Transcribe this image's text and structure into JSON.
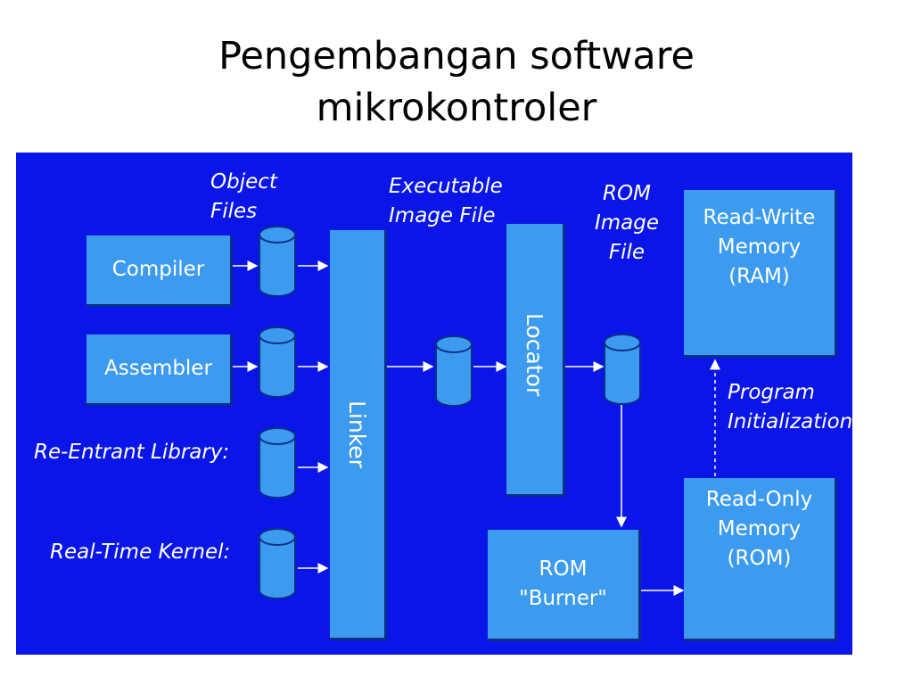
{
  "title": {
    "line1": "Pengembangan software",
    "line2": "mikrokontroler"
  },
  "diagram": {
    "boxes": {
      "compiler": "Compiler",
      "assembler": "Assembler",
      "linker": "Linker",
      "locator": "Locator",
      "rom_burner_line1": "ROM",
      "rom_burner_line2": "\"Burner\"",
      "ram_line1": "Read-Write",
      "ram_line2": "Memory",
      "ram_line3": "(RAM)",
      "rom_line1": "Read-Only",
      "rom_line2": "Memory",
      "rom_line3": "(ROM)"
    },
    "labels": {
      "object_files_line1": "Object",
      "object_files_line2": "Files",
      "executable_line1": "Executable",
      "executable_line2": "Image File",
      "rom_image_line1": "ROM",
      "rom_image_line2": "Image",
      "rom_image_line3": "File",
      "reentrant_library": "Re-Entrant Library:",
      "realtime_kernel": "Real-Time Kernel:",
      "program_init_line1": "Program",
      "program_init_line2": "Initialization"
    },
    "colors": {
      "background": "#0a15e8",
      "box_fill": "#3c9bef",
      "box_shadow": "#0b2f88",
      "text": "#ffffff"
    }
  }
}
